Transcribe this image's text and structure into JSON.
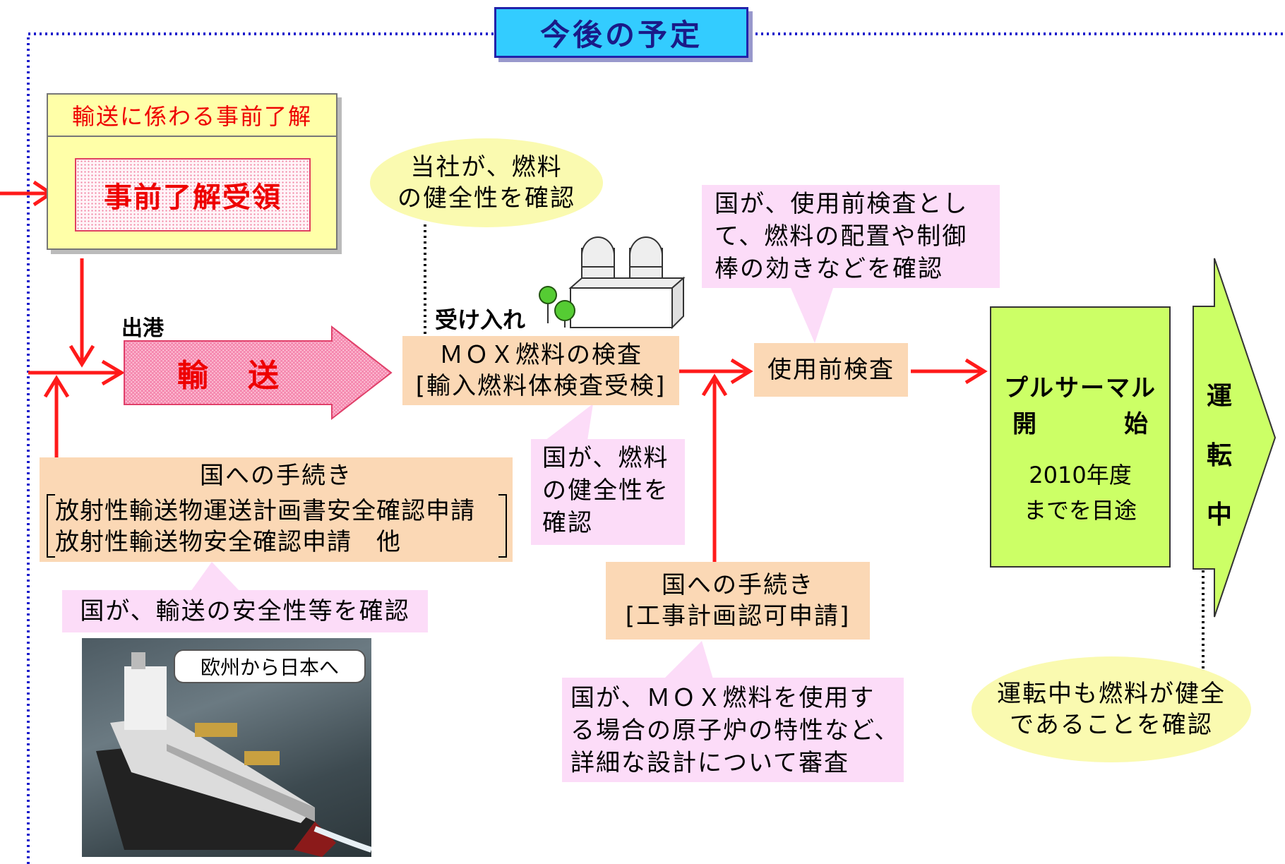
{
  "title": "今後の予定",
  "prior_consent": {
    "header": "輸送に係わる事前了解",
    "inner": "事前了解受領"
  },
  "departure_label": "出港",
  "transport_arrow": "輸　送",
  "acceptance_label": "受け入れ",
  "company_check": {
    "line1": "当社が、燃料",
    "line2": "の健全性を確認"
  },
  "mox_inspection": {
    "line1": "ＭＯＸ燃料の検査",
    "line2": "[輸入燃料体検査受検]"
  },
  "pre_use_inspection": "使用前検査",
  "pre_use_note": {
    "line1": "国が、使用前検査とし",
    "line2": "て、燃料の配置や制御",
    "line3": "棒の効きなどを確認"
  },
  "pluthermal": {
    "line1": "プルサーマル",
    "line2a": "開",
    "line2b": "始",
    "year": "2010年度",
    "target": "までを目途"
  },
  "operation_arrow": {
    "c1": "運",
    "c2": "転",
    "c3": "中"
  },
  "operation_note": {
    "line1": "運転中も燃料が健全",
    "line2": "であることを確認"
  },
  "procedure_transport": {
    "heading": "国への手続き",
    "line1": "放射性輸送物運送計画書安全確認申請",
    "line2": "放射性輸送物安全確認申請　他"
  },
  "transport_safety_note": "国が、輸送の安全性等を確認",
  "ship_caption": "欧州から日本へ",
  "fuel_health_note": {
    "line1": "国が、燃料",
    "line2": "の健全性を",
    "line3": "確認"
  },
  "procedure_construction": {
    "heading": "国への手続き",
    "line1": "[工事計画認可申請]"
  },
  "design_review_note": {
    "line1": "国が、ＭＯＸ燃料を使用す",
    "line2": "る場合の原子炉の特性など、",
    "line3": "詳細な設計について審査"
  },
  "colors": {
    "arrow_red": "#ff1a1a",
    "title_fill": "#33ccff",
    "title_border": "#2222aa",
    "frame_blue": "#1a1acc",
    "green_box": "#ccff66",
    "peach": "#fbd8b5",
    "pink_note": "#fcdcf8",
    "yellow_ellipse": "#fafab0",
    "text_red": "#ee0000"
  }
}
